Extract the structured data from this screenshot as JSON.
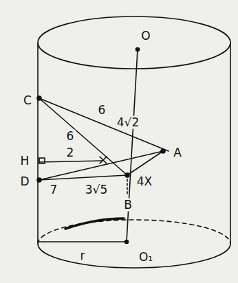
{
  "diagram": {
    "labels": [
      "O",
      "C",
      "6",
      "6",
      "4√2",
      "A",
      "H",
      "2",
      "D",
      "7",
      "3√5",
      "4X",
      "B",
      "r",
      "O₁"
    ]
  }
}
